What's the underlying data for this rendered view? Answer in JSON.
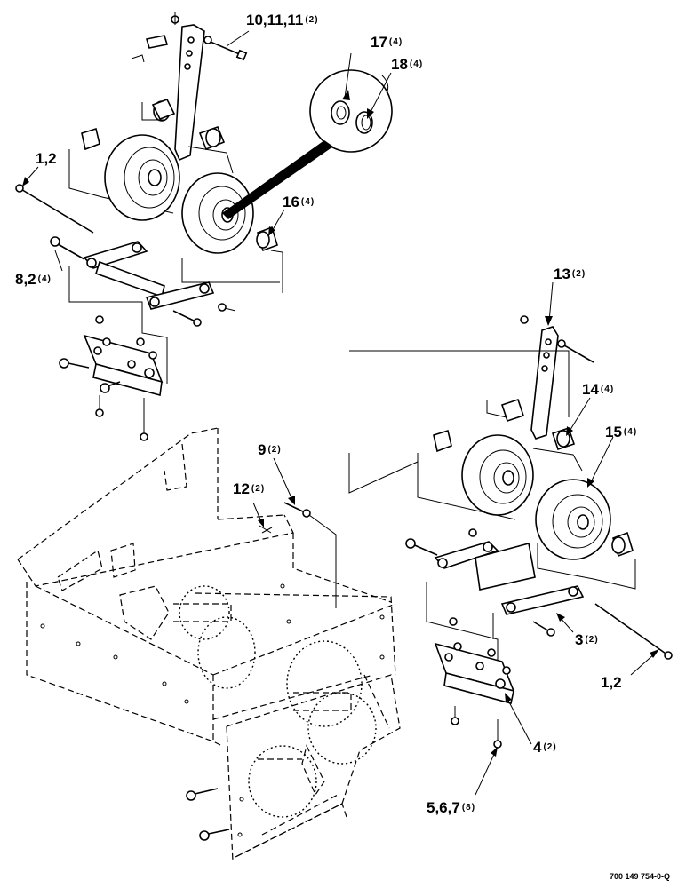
{
  "callouts": {
    "c10": {
      "num": "10,11,11",
      "qty": "(2)"
    },
    "c17": {
      "num": "17",
      "qty": "(4)"
    },
    "c18": {
      "num": "18",
      "qty": "(4)"
    },
    "c1a": {
      "num": "1,2",
      "qty": ""
    },
    "c16": {
      "num": "16",
      "qty": "(4)"
    },
    "c8": {
      "num": "8,2",
      "qty": "(4)"
    },
    "c13": {
      "num": "13",
      "qty": "(2)"
    },
    "c14": {
      "num": "14",
      "qty": "(4)"
    },
    "c15": {
      "num": "15",
      "qty": "(4)"
    },
    "c9": {
      "num": "9",
      "qty": "(2)"
    },
    "c12": {
      "num": "12",
      "qty": "(2)"
    },
    "c3": {
      "num": "3",
      "qty": "(2)"
    },
    "c1b": {
      "num": "1,2",
      "qty": ""
    },
    "c4": {
      "num": "4",
      "qty": "(2)"
    },
    "c5": {
      "num": "5,6,7",
      "qty": "(8)"
    }
  },
  "drawing_number": "700 149 754-0-Q"
}
